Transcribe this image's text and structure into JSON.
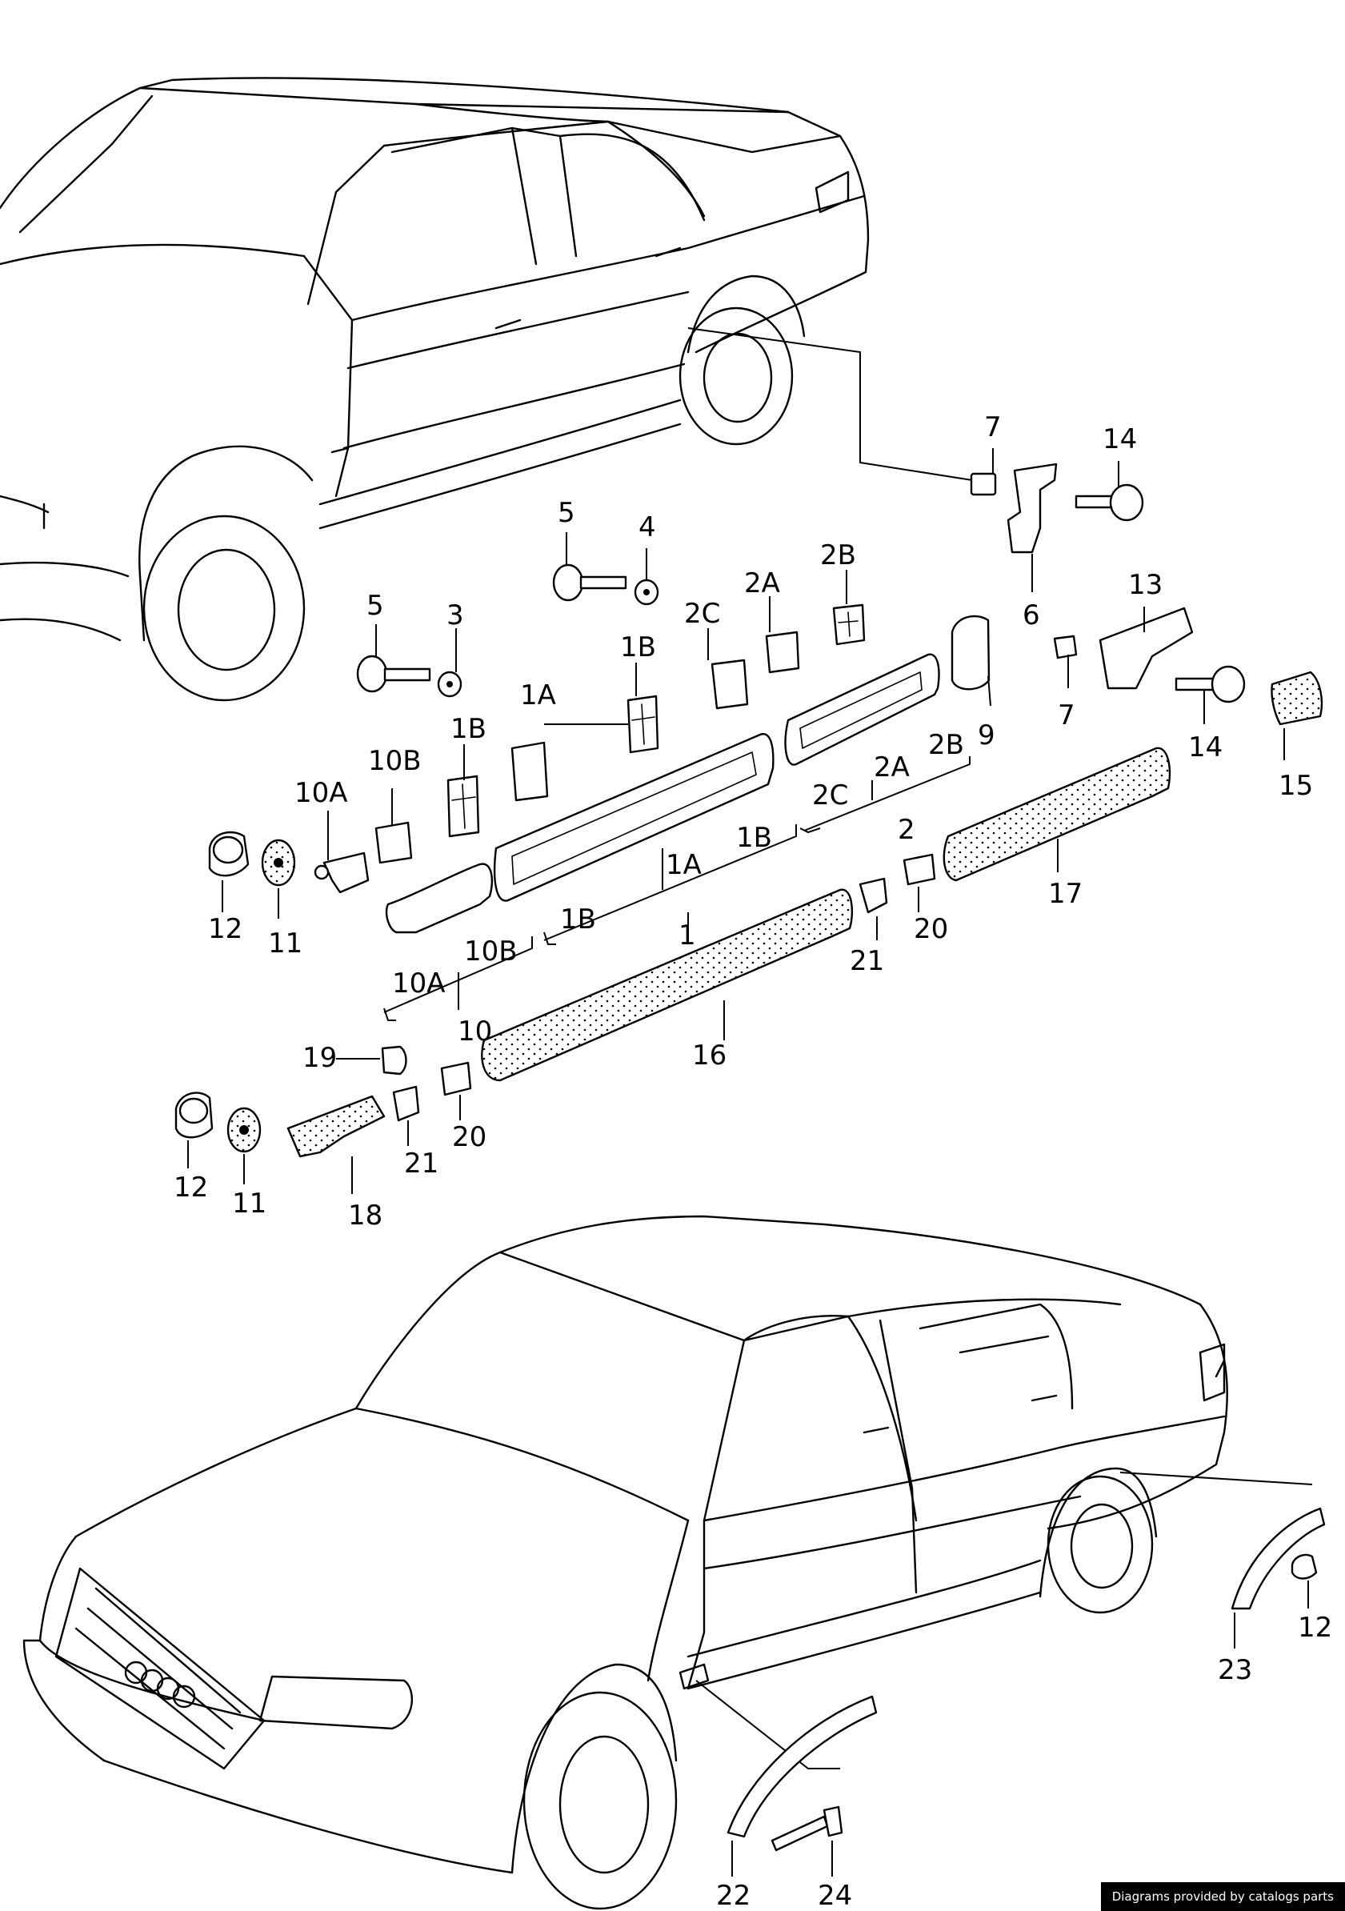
{
  "labels": {
    "l7_top": "7",
    "l14_top": "14",
    "l5_a": "5",
    "l4": "4",
    "l2B_top": "2B",
    "l2A_top": "2A",
    "l2C_top": "2C",
    "l5_b": "5",
    "l3": "3",
    "l1B_top": "1B",
    "l13": "13",
    "l6": "6",
    "l1A_top": "1A",
    "l9": "9",
    "l7_mid": "7",
    "l14_mid": "14",
    "l15": "15",
    "l1B_mid": "1B",
    "l10B_top": "10B",
    "l10A_top": "10A",
    "l2B_br": "2B",
    "l2A_br": "2A",
    "l2C_br": "2C",
    "l2": "2",
    "l1B_br2": "1B",
    "l1A_br": "1A",
    "l1B_br": "1B",
    "l1": "1",
    "l17": "17",
    "l12_a": "12",
    "l11_a": "11",
    "l21_a": "21",
    "l20_a": "20",
    "l10A_br": "10A",
    "l10B_br": "10B",
    "l10": "10",
    "l16": "16",
    "l19": "19",
    "l20_b": "20",
    "l21_b": "21",
    "l12_b": "12",
    "l11_b": "11",
    "l18": "18",
    "l12_c": "12",
    "l23": "23",
    "l22": "22",
    "l24": "24"
  },
  "credit": "Diagrams provided by catalogs parts"
}
